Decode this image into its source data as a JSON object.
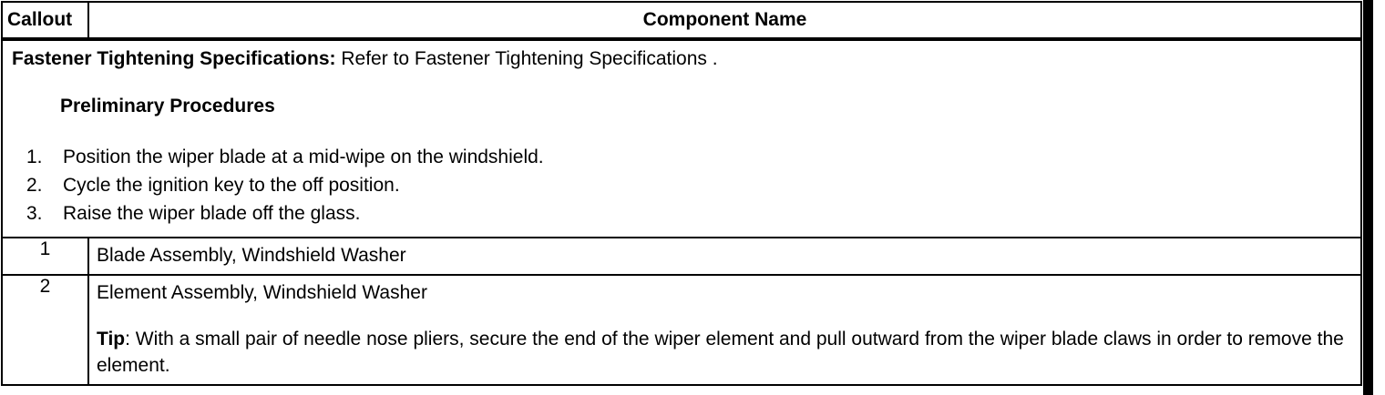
{
  "table": {
    "headers": {
      "callout": "Callout",
      "component_name": "Component Name"
    },
    "procedures_row": {
      "fastener_label": "Fastener Tightening Specifications:",
      "fastener_text": " Refer to Fastener Tightening Specifications .",
      "preliminary_heading": "Preliminary Procedures",
      "steps": [
        {
          "num": "1.",
          "text": "Position the wiper blade at a mid-wipe on the windshield."
        },
        {
          "num": "2.",
          "text": "Cycle the ignition key to the off position."
        },
        {
          "num": "3.",
          "text": "Raise the wiper blade off the glass."
        }
      ]
    },
    "rows": [
      {
        "callout": "1",
        "name": "Blade Assembly, Windshield Washer",
        "tip_label": "",
        "tip_text": ""
      },
      {
        "callout": "2",
        "name": "Element Assembly, Windshield Washer",
        "tip_label": "Tip",
        "tip_text": ": With a small pair of needle nose pliers, secure the end of the wiper element and pull outward from the wiper blade claws in order to remove the element."
      }
    ]
  },
  "colors": {
    "border": "#000000",
    "text": "#000000",
    "background": "#ffffff"
  }
}
